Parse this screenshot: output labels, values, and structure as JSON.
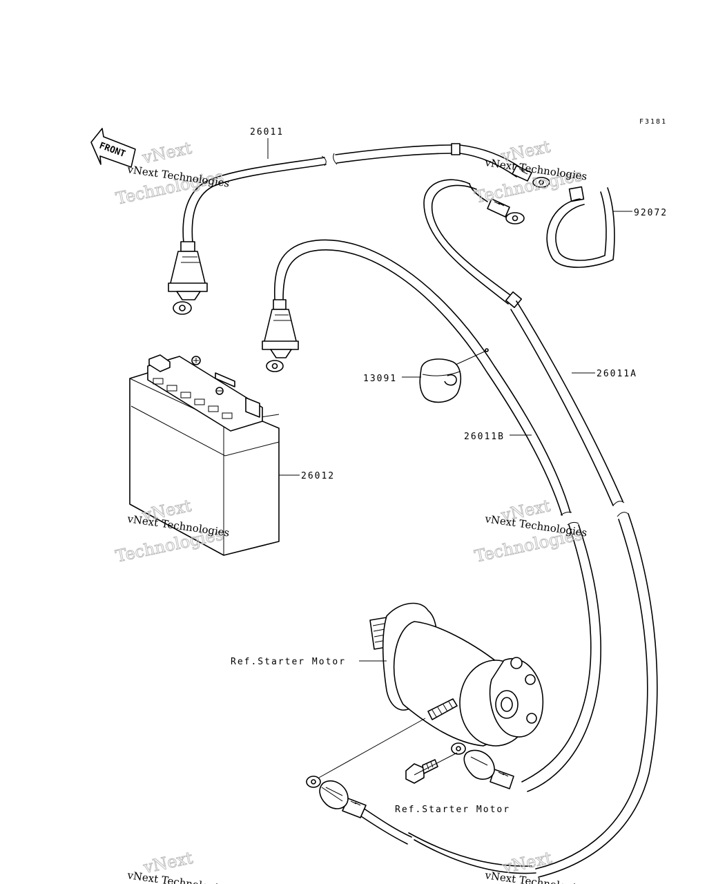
{
  "figure_code": "F3181",
  "front_label": "FRONT",
  "watermark": {
    "line1": "vNext Technologies",
    "line2": "vNext",
    "line3": "Technologies"
  },
  "callouts": {
    "cable_main": "26011",
    "cable_a": "26011A",
    "cable_b": "26011B",
    "band": "92072",
    "cap": "13091",
    "battery": "26012",
    "ref_starter_1": "Ref.Starter Motor",
    "ref_starter_2": "Ref.Starter Motor"
  },
  "icons": [
    "front-arrow-icon"
  ]
}
